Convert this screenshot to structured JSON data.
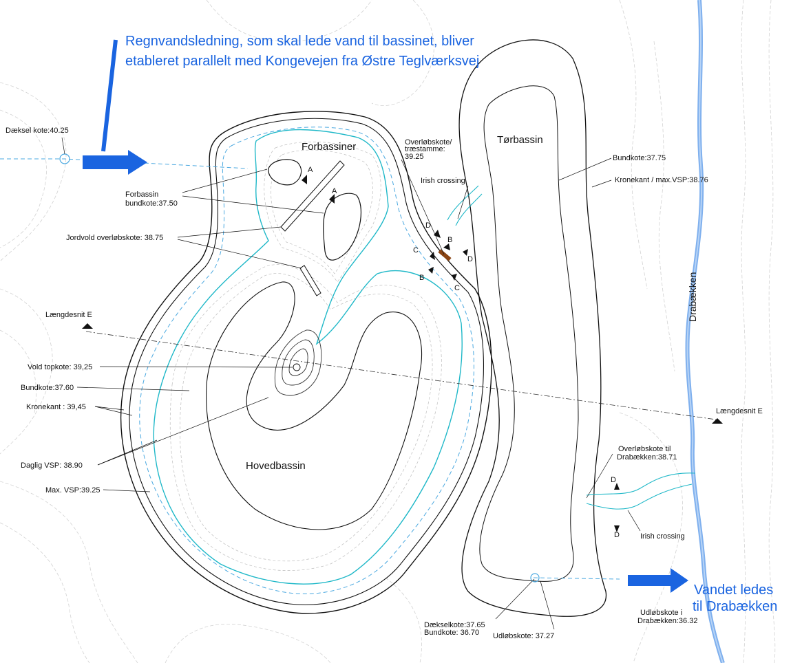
{
  "annotations": {
    "inflow_note_line1": "Regnvandsledning, som skal lede vand til bassinet, bliver",
    "inflow_note_line2": "etableret parallelt med Kongevejen fra Østre Teglværksvej",
    "outflow_note_line1": "Vandet ledes",
    "outflow_note_line2": "til Drabækken"
  },
  "basins": {
    "forbassiner": "Forbassiner",
    "torbassin": "Tørbassin",
    "hovedbassin": "Hovedbassin"
  },
  "stream": {
    "name": "Drabækken"
  },
  "labels": {
    "daeksel_kote": "Dæksel kote:40.25",
    "forbassin_1": "Forbassin",
    "forbassin_2": "bundkote:37.50",
    "jordvold": "Jordvold overløbskote: 38.75",
    "overlob_trae_1": "Overløbskote/",
    "overlob_trae_2": "træstamme:",
    "overlob_trae_3": "39.25",
    "irish_crossing_top": "Irish crossing",
    "bundkote_tor": "Bundkote:37.75",
    "kronekant_max": "Kronekant / max.VSP:38.76",
    "laengdesnit_left": "Længdesnit E",
    "laengdesnit_right": "Længdesnit E",
    "vold_topkote": "Vold topkote: 39,25",
    "bundkote_hoved": "Bundkote:37.60",
    "kronekant_hoved": "Kronekant : 39,45",
    "daglig_vsp": "Daglig VSP: 38.90",
    "max_vsp": "Max. VSP:39.25",
    "overlob_drab_1": "Overløbskote til",
    "overlob_drab_2": "Drabækken:38.71",
    "irish_crossing_bottom": "Irish crossing",
    "daekselkote_bund_1": "Dækselkote:37.65",
    "daekselkote_bund_2": "Bundkote: 36.70",
    "udlobskote": "Udløbskote: 37.27",
    "udlobskote_drab_1": "Udløbskote i",
    "udlobskote_drab_2": "Drabækken:36.32"
  },
  "section_marks": {
    "a": "A",
    "b": "B",
    "c": "C",
    "d": "D"
  },
  "colors": {
    "water": "#1fb8c8",
    "arrow": "#1a64e0",
    "stream": "#7fb0ee",
    "outline": "#111111",
    "contour": "#c8c8c8",
    "pipe": "#4aa8e0",
    "weir": "#8b4513"
  }
}
